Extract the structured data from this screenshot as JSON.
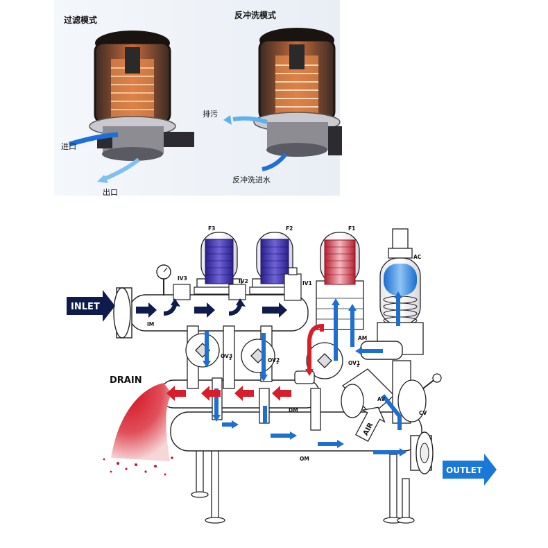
{
  "top": {
    "filter_mode_title": "过滤模式",
    "backwash_mode_title": "反冲洗模式",
    "inlet_label": "进口",
    "outlet_label": "出口",
    "drain_label": "排污",
    "backwash_in_label": "反冲洗进水"
  },
  "bottom": {
    "inlet": "INLET",
    "outlet": "OUTLET",
    "drain": "DRAIN",
    "air": "AIR",
    "filters": [
      "F3",
      "F2",
      "F1"
    ],
    "inlet_valves": [
      "IV3",
      "IV2",
      "IV1"
    ],
    "outlet_valves": [
      "OV3",
      "OV2",
      "OV1"
    ],
    "outlet_valve_subs": [
      "3",
      "2",
      "1"
    ],
    "im": "IM",
    "dm": "DM",
    "om": "OM",
    "am": "AM",
    "av": "AV",
    "cv": "CV",
    "ac": "AC"
  },
  "colors": {
    "flow_blue": "#1e6fd0",
    "flow_red": "#d81e2a",
    "arrow_navy": "#0f1b4d",
    "outlet_blue": "#1a78d8",
    "filter_purple": "#4b3fb8"
  }
}
